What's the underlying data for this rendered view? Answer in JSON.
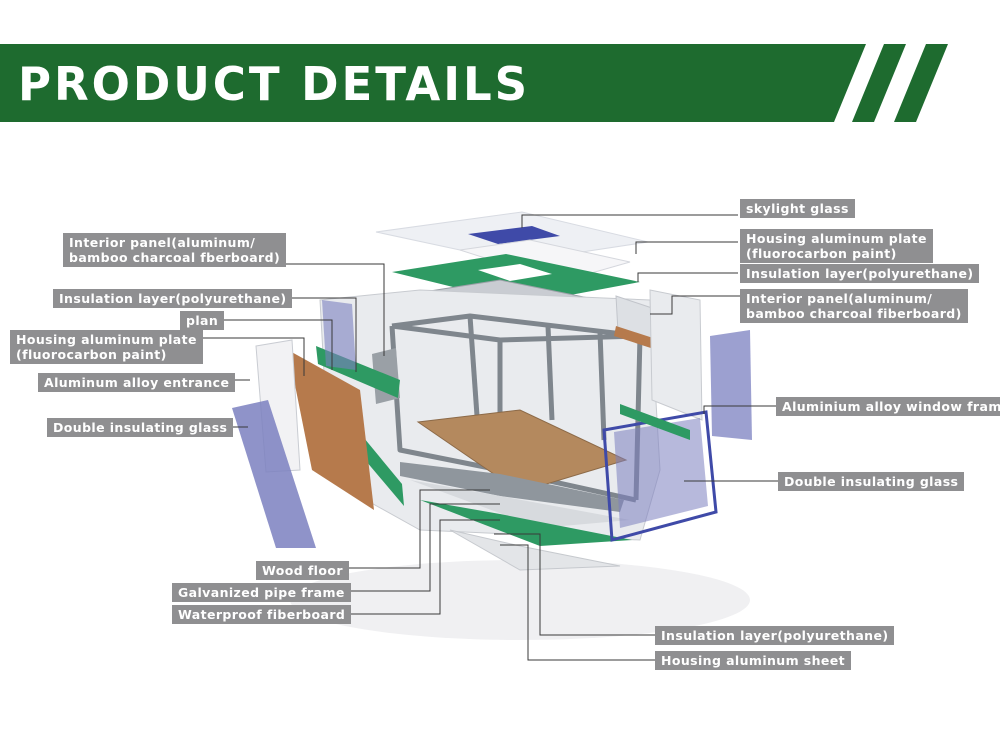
{
  "title": "PRODUCT DETAILS",
  "colors": {
    "banner_green": "#1e6b2f",
    "label_gray": "#8f8f91",
    "leader_line": "#3a3a3a",
    "insulation_green": "#2e9a63",
    "glass_blue": "#7b80c0",
    "wood": "#b4895e",
    "frame_gray": "#9aa0a6"
  },
  "labels": {
    "skylight_glass": "skylight glass",
    "housing_plate_top_line1": "Housing aluminum plate",
    "housing_plate_top_line2": "(fluorocarbon paint)",
    "insulation_top_right": "Insulation layer(polyurethane)",
    "interior_panel_right_line1": "Interior panel(aluminum/",
    "interior_panel_right_line2": "bamboo charcoal fiberboard)",
    "window_frame": "Aluminium alloy window frame",
    "double_glass_right": "Double insulating glass",
    "insulation_bottom": "Insulation layer(polyurethane)",
    "housing_sheet": "Housing aluminum sheet",
    "interior_panel_left_line1": "Interior panel(aluminum/",
    "interior_panel_left_line2": "bamboo charcoal fberboard)",
    "insulation_left": "Insulation layer(polyurethane)",
    "plan": "plan",
    "housing_plate_left_line1": "Housing aluminum plate",
    "housing_plate_left_line2": "(fluorocarbon paint)",
    "entrance": "Aluminum alloy entrance",
    "double_glass_left": "Double insulating glass",
    "wood_floor": "Wood floor",
    "pipe_frame": "Galvanized pipe frame",
    "waterproof": "Waterproof fiberboard"
  }
}
